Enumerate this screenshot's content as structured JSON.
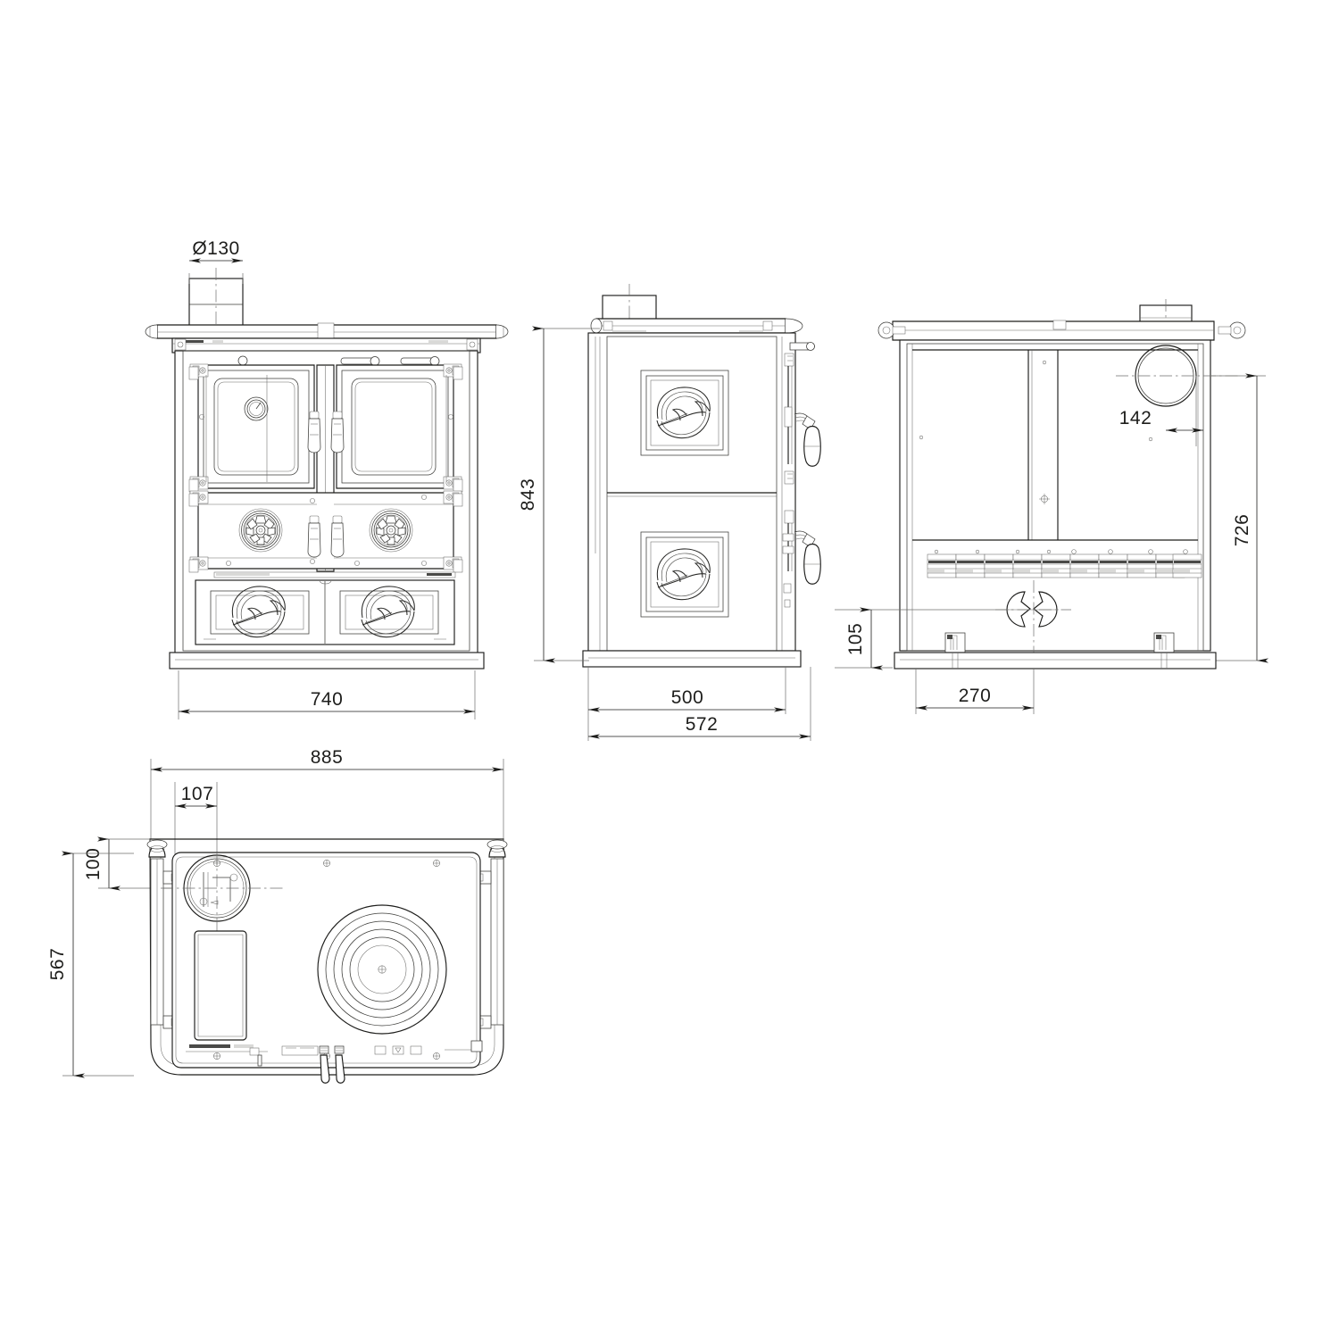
{
  "document": {
    "type": "technical-drawing",
    "subject": "wood-burning cook stove / range",
    "units": "mm",
    "background_color": "#ffffff",
    "line_color": "#1d1d1b"
  },
  "views": [
    {
      "id": "front-view",
      "name": "Front elevation",
      "features": [
        "flue-collar",
        "top-rail-handle",
        "oven-door-left-with-thermometer",
        "firebox-door-right",
        "two-door-handles",
        "two-cast-iron-burner-plates",
        "two-lower-drawers-with-floral-motif",
        "base-plinth"
      ]
    },
    {
      "id": "side-view",
      "name": "Side elevation",
      "features": [
        "flue-collar",
        "top-rail",
        "two-floral-decorative-panels",
        "side-control-handles",
        "base-plinth"
      ]
    },
    {
      "id": "rear-view",
      "name": "Rear elevation",
      "features": [
        "flue-collar",
        "rear-flue-outlet-circle",
        "back-panel",
        "ten-vent-slots",
        "lower-connection-port",
        "two-levelling-feet",
        "base-plinth"
      ]
    },
    {
      "id": "top-view",
      "name": "Top / plan view",
      "features": [
        "hob-plate",
        "removable-burner-lid",
        "concentric-cooking-rings",
        "side-rails-with-finials",
        "rectangular-plate-insert"
      ]
    }
  ],
  "dimensions": {
    "front": [
      {
        "id": "flue-diameter",
        "label": "Ø130",
        "value": 130,
        "orientation": "horizontal"
      },
      {
        "id": "overall-width",
        "label": "740",
        "value": 740,
        "orientation": "horizontal"
      }
    ],
    "side": [
      {
        "id": "overall-height",
        "label": "843",
        "value": 843,
        "orientation": "vertical"
      },
      {
        "id": "body-depth",
        "label": "500",
        "value": 500,
        "orientation": "horizontal"
      },
      {
        "id": "overall-depth",
        "label": "572",
        "value": 572,
        "orientation": "horizontal"
      }
    ],
    "rear": [
      {
        "id": "flue-offset-from-side",
        "label": "142",
        "value": 142,
        "orientation": "horizontal"
      },
      {
        "id": "flue-centre-height",
        "label": "726",
        "value": 726,
        "orientation": "vertical"
      },
      {
        "id": "port-centre-height",
        "label": "105",
        "value": 105,
        "orientation": "vertical"
      },
      {
        "id": "port-offset",
        "label": "270",
        "value": 270,
        "orientation": "horizontal"
      }
    ],
    "top": [
      {
        "id": "overall-width-with-rails",
        "label": "885",
        "value": 885,
        "orientation": "horizontal"
      },
      {
        "id": "lid-offset-x",
        "label": "107",
        "value": 107,
        "orientation": "horizontal"
      },
      {
        "id": "lid-offset-y",
        "label": "100",
        "value": 100,
        "orientation": "vertical"
      },
      {
        "id": "overall-depth-with-rails",
        "label": "567",
        "value": 567,
        "orientation": "vertical"
      }
    ]
  },
  "labels": {
    "flue_diameter": "Ø130",
    "front_width": "740",
    "side_height": "843",
    "side_depth_body": "500",
    "side_depth_total": "572",
    "rear_flue_offset": "142",
    "rear_flue_height": "726",
    "rear_port_height": "105",
    "rear_port_offset": "270",
    "top_width": "885",
    "top_lid_x": "107",
    "top_lid_y": "100",
    "top_depth": "567"
  }
}
